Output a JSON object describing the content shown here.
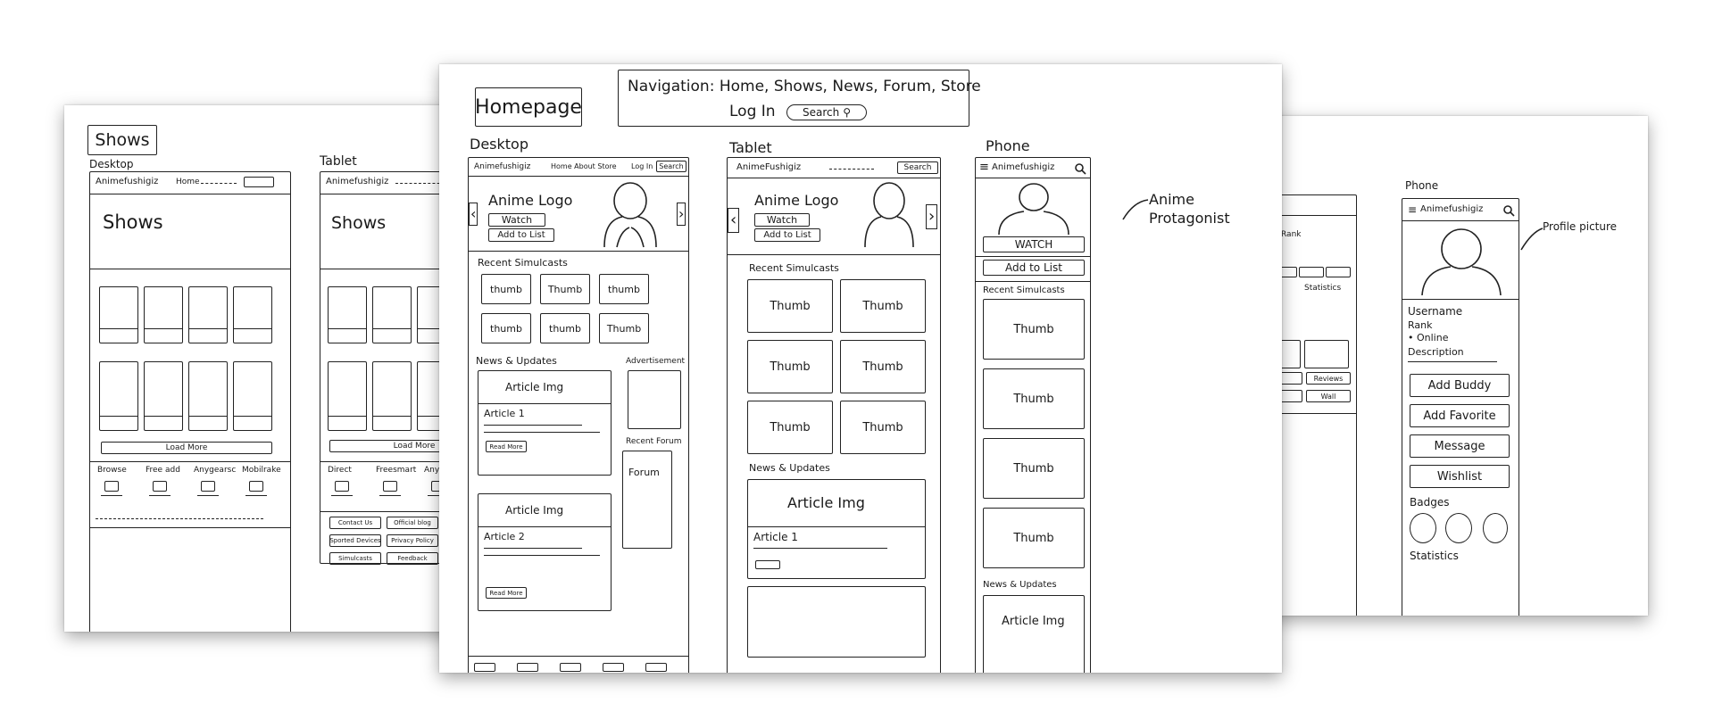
{
  "left_sheet": {
    "title": "Shows",
    "desktop": {
      "label": "Desktop",
      "brand": "Animefushigiz",
      "nav_home": "Home",
      "page_heading": "Shows",
      "load_more": "Load More",
      "footer_items": [
        "Browse",
        "Free add",
        "Anygearsc",
        "Mobilrake"
      ]
    },
    "tablet": {
      "label": "Tablet",
      "brand": "Animefushigiz",
      "page_heading": "Shows",
      "load_more": "Load More",
      "footer_items": [
        "Direct",
        "Freesmart",
        "Anyger"
      ],
      "footer_links": [
        "Contact Us",
        "Official blog",
        "Sported Devices",
        "Privacy Policy",
        "Simulcasts",
        "Feedback"
      ]
    }
  },
  "center_sheet": {
    "title": "Homepage",
    "navigation_note": "Navigation: Home, Shows, News, Forum, Store",
    "login_note": "Log In",
    "search_note": "Search",
    "side_note": "Anime Protagonist",
    "desktop": {
      "label": "Desktop",
      "brand": "Animefushigiz",
      "nav_links": "Home About Store",
      "login": "Log In",
      "search": "Search",
      "hero_logo": "Anime Logo",
      "watch": "Watch",
      "add_to_list": "Add to List",
      "recent_heading": "Recent Simulcasts",
      "thumbs": [
        "thumb",
        "Thumb",
        "thumb",
        "thumb",
        "thumb",
        "Thumb"
      ],
      "news_heading": "News & Updates",
      "ad_heading": "Advertisement",
      "recent_forum_heading": "Recent Forum",
      "forum": "Forum",
      "articles": [
        {
          "image": "Article Img",
          "title": "Article 1",
          "read_more": "Read More"
        },
        {
          "image": "Article Img",
          "title": "Article 2",
          "read_more": "Read More"
        }
      ]
    },
    "tablet": {
      "label": "Tablet",
      "brand": "AnimeFushigiz",
      "search": "Search",
      "hero_logo": "Anime Logo",
      "watch": "Watch",
      "add_to_list": "Add to List",
      "recent_heading": "Recent Simulcasts",
      "thumbs": [
        "Thumb",
        "Thumb",
        "Thumb",
        "Thumb",
        "Thumb",
        "Thumb"
      ],
      "news_heading": "News & Updates",
      "article_image": "Article Img",
      "article_title": "Article 1"
    },
    "phone": {
      "label": "Phone",
      "brand": "Animefushigiz",
      "watch": "WATCH",
      "add_to_list": "Add to List",
      "recent_heading": "Recent Simulcasts",
      "thumbs": [
        "Thumb",
        "Thumb",
        "Thumb",
        "Thumb"
      ],
      "news_heading": "News & Updates",
      "article_image": "Article Img"
    }
  },
  "right_sheet": {
    "phone_label": "Phone",
    "profile_picture_note": "Profile picture",
    "tablet_partial": {
      "rank": "Rank",
      "statistics": "Statistics",
      "reviews": "Reviews",
      "wall": "Wall"
    },
    "phone": {
      "brand": "Animefushigiz",
      "username": "Username",
      "rank": "Rank",
      "online": "• Online",
      "description": "Description",
      "buttons": [
        "Add Buddy",
        "Add Favorite",
        "Message",
        "Wishlist"
      ],
      "badges_heading": "Badges",
      "statistics_heading": "Statistics"
    }
  }
}
